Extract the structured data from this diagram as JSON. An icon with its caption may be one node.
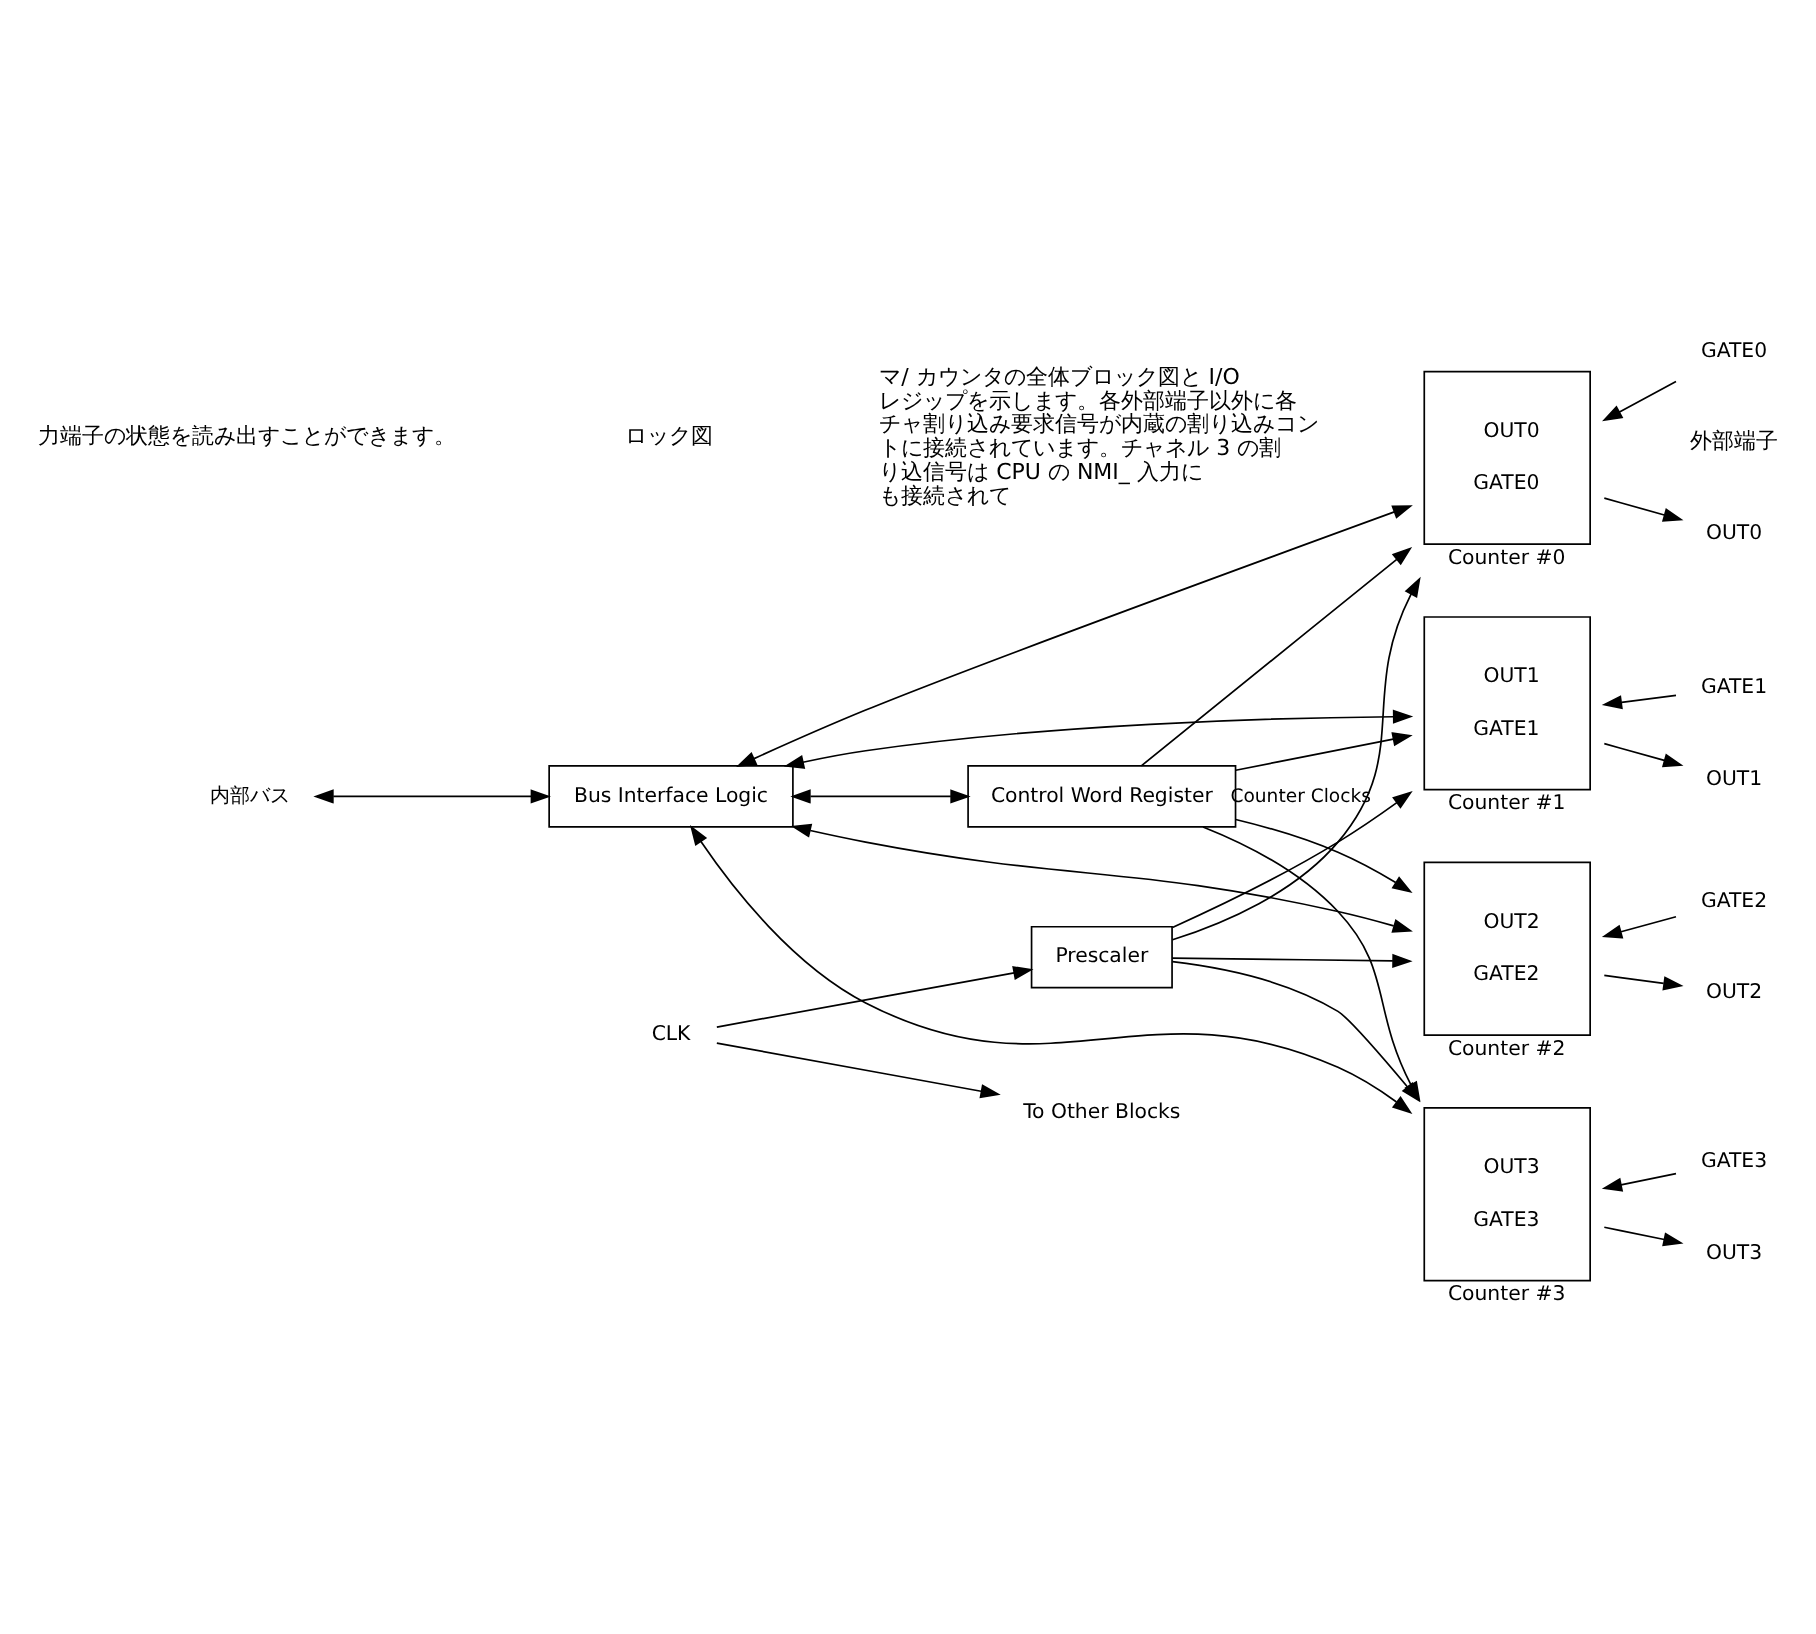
{
  "diagram": {
    "nodes": [
      {
        "text": [
          "内部バス"
        ]
      },
      {
        "text": [
          "Bus Interface Logic"
        ]
      },
      {
        "text": [
          "Control Word Register"
        ]
      },
      {
        "text": [
          "CLK"
        ]
      },
      {
        "text": [
          "Prescaler"
        ]
      },
      {
        "text": [
          "To Other Blocks"
        ]
      },
      {
        "text": [
          "OUT0",
          "GATE0"
        ],
        "beside": [
          "Counter #0"
        ]
      },
      {
        "text": [
          "OUT1",
          "GATE1"
        ],
        "beside": [
          "Counter #1"
        ]
      },
      {
        "text": [
          "OUT2",
          "GATE2"
        ],
        "beside": [
          "Counter #2"
        ]
      },
      {
        "text": [
          "OUT3",
          "GATE3"
        ],
        "beside": [
          "Counter #3"
        ]
      },
      {
        "text": [
          "OUT0"
        ]
      },
      {
        "text": [
          "GATE0"
        ]
      },
      {
        "text": [
          "OUT1"
        ]
      },
      {
        "text": [
          "GATE1"
        ]
      },
      {
        "text": [
          "OUT2"
        ]
      },
      {
        "text": [
          "GATE2"
        ]
      },
      {
        "text": [
          "OUT3"
        ]
      },
      {
        "text": [
          "GATE3"
        ]
      }
    ],
    "edges": [
      {
        "from": 0,
        "to": 1,
        "arrow": "both"
      },
      {
        "from": 1,
        "to": 2,
        "arrow": "both"
      },
      {
        "from": 1,
        "to": 6,
        "arrow": "both"
      },
      {
        "from": 1,
        "to": 7,
        "arrow": "both"
      },
      {
        "from": 1,
        "to": 8,
        "arrow": "both"
      },
      {
        "from": 1,
        "to": 9,
        "arrow": "both"
      },
      {
        "from": 2,
        "to": 6,
        "arrow": "to"
      },
      {
        "from": 2,
        "to": 7,
        "arrow": "to"
      },
      {
        "from": 2,
        "to": 8,
        "arrow": "to"
      },
      {
        "from": 2,
        "to": 9,
        "arrow": "to"
      },
      {
        "from": 3,
        "to": 4,
        "arrow": "to"
      },
      {
        "from": 3,
        "to": 5,
        "arrow": "to"
      },
      {
        "from": 4,
        "to": 6,
        "arrow": "to",
        "label": "Counter Clocks"
      },
      {
        "from": 4,
        "to": 7,
        "arrow": "to"
      },
      {
        "from": 4,
        "to": 8,
        "arrow": "to"
      },
      {
        "from": 4,
        "to": 9,
        "arrow": "to"
      },
      {
        "from": 6,
        "to": 10,
        "arrow": "to"
      },
      {
        "from": 11,
        "to": 6,
        "arrow": "to"
      },
      {
        "from": 7,
        "to": 12,
        "arrow": "to"
      },
      {
        "from": 13,
        "to": 7,
        "arrow": "to"
      },
      {
        "from": 8,
        "to": 14,
        "arrow": "to"
      },
      {
        "from": 15,
        "to": 8,
        "arrow": "to"
      },
      {
        "from": 9,
        "to": 16,
        "arrow": "to"
      },
      {
        "from": 17,
        "to": 9,
        "arrow": "to"
      }
    ],
    "labels": [
      "力端子の状態を読み出すことができます。",
      "ロック図",
      "マ/ カウンタの全体ブロック図と I/O レジップを示します。各外部端子以外に各チャ割り込み要求信号が内蔵の割り込みコントに接続されています。チャネル 3 の割り込信号は CPU の NMI_ 入力にも接続されて",
      "外部端子"
    ]
  }
}
